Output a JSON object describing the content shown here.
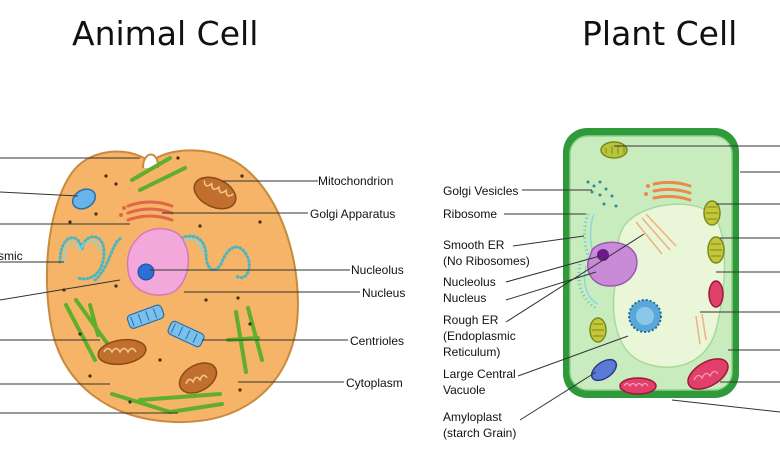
{
  "animal": {
    "title": "Animal Cell",
    "labels": {
      "mitochondrion": "Mitochondrion",
      "golgi_apparatus": "Golgi Apparatus",
      "cut_left": "smic",
      "nucleolus": "Nucleolus",
      "nucleus": "Nucleus",
      "centrioles": "Centrioles",
      "cytoplasm": "Cytoplasm"
    }
  },
  "plant": {
    "title": "Plant Cell",
    "labels": {
      "golgi_vesicles": "Golgi Vesicles",
      "ribosome": "Ribosome",
      "smooth_er_1": "Smooth ER",
      "smooth_er_2": "(No Ribosomes)",
      "nucleolus": "Nucleolus",
      "nucleus": "Nucleus",
      "rough_er_1": "Rough ER",
      "rough_er_2": "(Endoplasmic",
      "rough_er_3": "Reticulum)",
      "vacuole_1": "Large Central",
      "vacuole_2": "Vacuole",
      "amyloplast_1": "Amyloplast",
      "amyloplast_2": "(starch Grain)"
    }
  },
  "colors": {
    "animal_fill": "#f5b468",
    "animal_stroke": "#c98a3e",
    "plant_wall": "#2f9a3a",
    "plant_cytoplasm": "#c9ecbf",
    "vacuole": "#e9f7d8",
    "nucleus": "#f3a8dc",
    "nucleus_plant": "#c98ad8",
    "nucleolus": "#2c6fd6",
    "mitochondria": "#c0702c",
    "golgi": "#e0664a",
    "microtubule": "#5fae2c",
    "centriole": "#5fa8e0",
    "chloroplast": "#b9c43a",
    "er": "#5cc4cc",
    "amyloplast": "#e0406a"
  }
}
